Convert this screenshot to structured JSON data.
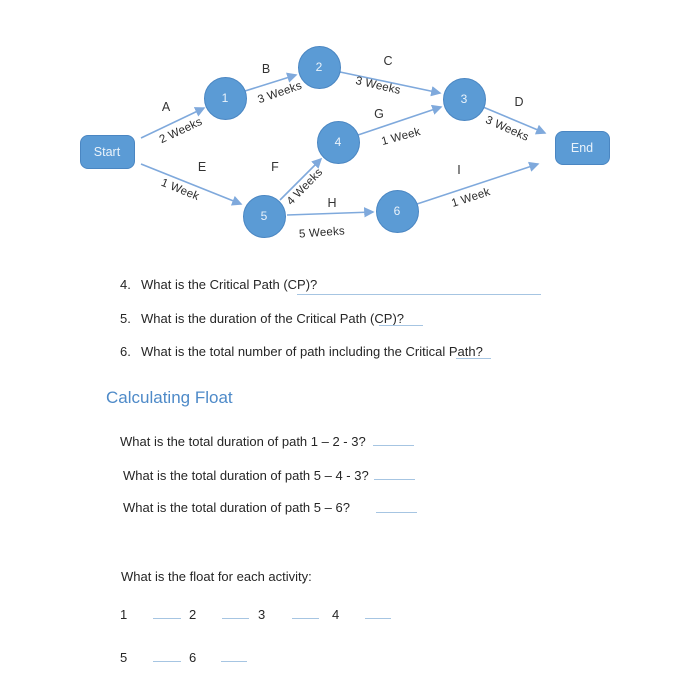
{
  "diagram": {
    "nodes": {
      "start": {
        "label": "Start"
      },
      "n1": {
        "label": "1"
      },
      "n2": {
        "label": "2"
      },
      "n3": {
        "label": "3"
      },
      "n4": {
        "label": "4"
      },
      "n5": {
        "label": "5"
      },
      "n6": {
        "label": "6"
      },
      "end": {
        "label": "End"
      }
    },
    "edges": {
      "A": {
        "letter": "A",
        "duration": "2 Weeks"
      },
      "B": {
        "letter": "B",
        "duration": "3 Weeks"
      },
      "C": {
        "letter": "C",
        "duration": "3 Weeks"
      },
      "D": {
        "letter": "D",
        "duration": "3 Weeks"
      },
      "E": {
        "letter": "E",
        "duration": "1 Week"
      },
      "F": {
        "letter": "F",
        "duration": "4 Weeks"
      },
      "G": {
        "letter": "G",
        "duration": "1 Week"
      },
      "H": {
        "letter": "H",
        "duration": "5 Weeks"
      },
      "I": {
        "letter": "I",
        "duration": "1 Week"
      }
    }
  },
  "questions": {
    "q4": {
      "number": "4.",
      "text": "What is the Critical Path (CP)?"
    },
    "q5": {
      "number": "5.",
      "text": "What is the duration of the Critical Path (CP)?"
    },
    "q6": {
      "number": "6.",
      "text": "What is the total number of path including the Critical Path?"
    }
  },
  "float_section": {
    "heading": "Calculating Float",
    "path_questions": [
      "What is the total duration of path 1 – 2 - 3?",
      "What is the total duration of path 5 – 4 - 3?",
      "What is the total duration of path 5 – 6?"
    ],
    "activity_prompt": "What is the float for each activity:",
    "activity_rows": [
      [
        "1",
        "2",
        "3",
        "4"
      ],
      [
        "5",
        "6"
      ]
    ]
  },
  "colors": {
    "node_fill": "#5b9bd5",
    "node_border": "#4a86c2",
    "arrow": "#7fa9dc",
    "heading": "#4e8ac8",
    "blank_line": "#a6c5e2"
  }
}
